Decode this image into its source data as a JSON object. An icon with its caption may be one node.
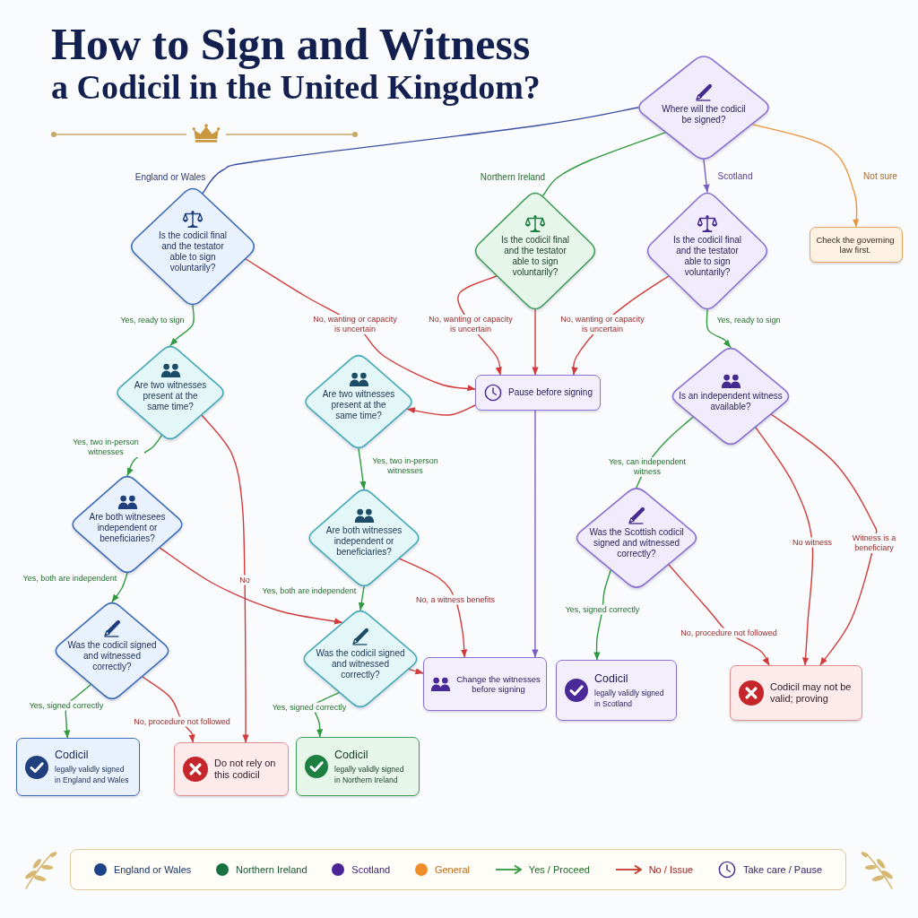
{
  "diagram": {
    "title": "How to Sign and Witness a Codicil in the United Kingdom?",
    "nodes": [
      {
        "text": [
          "Where will the codicil be signed?"
        ]
      },
      {
        "text": [
          "Is the codicil final and the testator able to sign voluntarily?"
        ]
      },
      {
        "text": [
          "Is the codicil final and the testator able to sign voluntarily?"
        ]
      },
      {
        "text": [
          "Is the codicil final and the testator able to sign voluntarily?"
        ]
      },
      {
        "text": [
          "Check the governing law first."
        ]
      },
      {
        "text": [
          "Are two witnesses present at the same time?"
        ]
      },
      {
        "text": [
          "Are two witnesses present at the same time?"
        ]
      },
      {
        "text": [
          "Pause before signing"
        ]
      },
      {
        "text": [
          "Is an independent witness available?"
        ]
      },
      {
        "text": [
          "Are both witnesees independent or beneficiaries?"
        ]
      },
      {
        "text": [
          "Are both witnesses independent or beneficiaries?"
        ]
      },
      {
        "text": [
          "Was the Scottish codicil signed and witnessed correctly?"
        ]
      },
      {
        "text": [
          "Was the codicil signed and witnessed correctly?"
        ]
      },
      {
        "text": [
          "Was the codicil signed and witnessed correctly?"
        ]
      },
      {
        "text": [
          "Change the witnesses before signing"
        ]
      },
      {
        "text": [
          "Codicil",
          "legally validly signed in Scotland"
        ]
      },
      {
        "text": [
          "Codicil may not be valid; proving"
        ]
      },
      {
        "text": [
          "Codicil",
          "legally validly signed in England and Wales"
        ]
      },
      {
        "text": [
          "Do not rely on this codicil"
        ]
      },
      {
        "text": [
          "Codicil",
          "legally validly signed in Northern Ireland"
        ]
      }
    ],
    "edges": [
      {
        "from": 0,
        "to": 1,
        "arrow": "none",
        "label": "England or Wales",
        "color": "#3b4ea3"
      },
      {
        "from": 0,
        "to": 2,
        "arrow": "none",
        "label": "Northern Ireland",
        "color": "#2f9a3f"
      },
      {
        "from": 0,
        "to": 3,
        "arrow": "to",
        "label": "Scotland",
        "color": "#7b5cc4"
      },
      {
        "from": 0,
        "to": 4,
        "arrow": "to",
        "label": "Not sure",
        "color": "#e8943f"
      },
      {
        "from": 1,
        "to": 5,
        "arrow": "to",
        "label": "Yes, ready to sign",
        "color": "#2f9a3f"
      },
      {
        "from": 1,
        "to": 7,
        "arrow": "to",
        "label": "No, wanting or capacity is uncertain"
      },
      {
        "from": 2,
        "to": 7,
        "arrow": "to",
        "label": "No, wanting or capacity is uncertain"
      },
      {
        "from": 2,
        "to": 7,
        "arrow": "to"
      },
      {
        "from": 3,
        "to": 7,
        "arrow": "to",
        "label": "No, wanting or capacity is uncertain"
      },
      {
        "from": 7,
        "to": 6,
        "arrow": "to"
      },
      {
        "from": 7,
        "to": 14,
        "arrow": "to",
        "color": "#7b5cc4"
      },
      {
        "from": 3,
        "to": 8,
        "arrow": "to",
        "label": "Yes, ready to sign",
        "color": "#2f9a3f"
      },
      {
        "from": 5,
        "to": 9,
        "arrow": "to",
        "label": "Yes, two in-person witnesses",
        "color": "#2f9a3f"
      },
      {
        "from": 5,
        "to": 18,
        "arrow": "to",
        "label": "No"
      },
      {
        "from": 6,
        "to": 10,
        "arrow": "to",
        "label": "Yes, two in-person witnesses",
        "color": "#2f9a3f"
      },
      {
        "from": 8,
        "to": 11,
        "arrow": "none",
        "label": "Yes, can independent witness",
        "color": "#2f9a3f"
      },
      {
        "from": 8,
        "to": 16,
        "arrow": "to",
        "label": "No witness"
      },
      {
        "from": 8,
        "to": 16,
        "arrow": "to",
        "label": "Witness is a beneficiary"
      },
      {
        "from": 9,
        "to": 12,
        "arrow": "to",
        "label": "Yes, both are independent",
        "color": "#2f9a3f"
      },
      {
        "from": 9,
        "to": 13,
        "arrow": "to"
      },
      {
        "from": 10,
        "to": 13,
        "arrow": "to",
        "label": "Yes, both are independent",
        "color": "#2f9a3f"
      },
      {
        "from": 10,
        "to": 14,
        "arrow": "to",
        "label": "No, a witness benefits"
      },
      {
        "from": 11,
        "to": 15,
        "arrow": "to",
        "label": "Yes, signed correctly",
        "color": "#2f9a3f"
      },
      {
        "from": 11,
        "to": 16,
        "arrow": "to",
        "label": "No, procedure not followed"
      },
      {
        "from": 12,
        "to": 17,
        "arrow": "to",
        "label": "Yes, signed correctly",
        "color": "#2f9a3f"
      },
      {
        "from": 12,
        "to": 18,
        "arrow": "to",
        "label": "No, procedure not followed"
      },
      {
        "from": 13,
        "to": 19,
        "arrow": "to",
        "label": "Yes, signed correctly",
        "color": "#2f9a3f"
      },
      {
        "from": 13,
        "to": 14,
        "arrow": "to"
      }
    ],
    "legend": [
      {
        "text": "England or Wales",
        "color": "#1d4388"
      },
      {
        "text": "Northern Ireland",
        "color": "#16703f"
      },
      {
        "text": "Scotland",
        "color": "#4b2597"
      },
      {
        "text": "General",
        "color": "#f08c2a"
      },
      {
        "text": "Yes / Proceed"
      },
      {
        "text": "No / Issue"
      },
      {
        "text": "Take care / Pause"
      }
    ]
  }
}
